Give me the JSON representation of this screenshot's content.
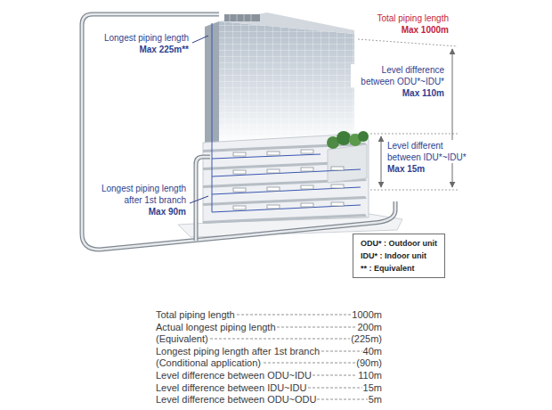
{
  "diagram": {
    "labels": [
      "Total piping length",
      "Max 1000m",
      "Longest piping length",
      "Max 225m**",
      "Level difference between ODU*~IDU*",
      "Max 110m",
      "Level different between IDU*~IDU*",
      "Max 15m",
      "Longest piping length after 1st branch",
      "Max 90m",
      "Total piping length",
      "1000m",
      "Actual longest piping length",
      "200m",
      "(Equivalent)",
      "(225m)",
      "Longest piping length after 1st branch",
      "40m",
      "(Conditional application)",
      "(90m)",
      "Level difference between ODU~IDU",
      "110m",
      "Level difference between IDU~IDU",
      "15m",
      "Level difference between ODU~ODU",
      "5m"
    ],
    "legend": [
      {
        "text": "ODU* : Outdoor unit"
      },
      {
        "text": "IDU* : Indoor unit"
      },
      {
        "text": "** : Equivalent"
      }
    ]
  }
}
